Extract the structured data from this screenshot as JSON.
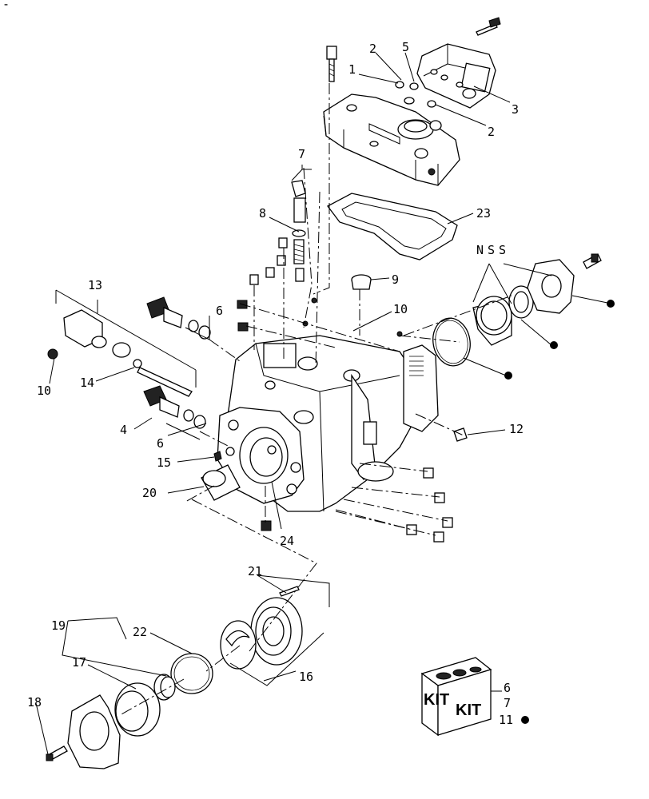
{
  "callouts": {
    "c1": "1",
    "c2a": "2",
    "c2b": "2",
    "c3": "3",
    "c4": "4",
    "c5": "5",
    "c6a": "6",
    "c6b": "6",
    "c6c": "6",
    "c7a": "7",
    "c7b": "7",
    "c8": "8",
    "c9": "9",
    "c10a": "10",
    "c10b": "10",
    "c11": "11",
    "c12": "12",
    "c13": "13",
    "c14": "14",
    "c15": "15",
    "c16": "16",
    "c17": "17",
    "c18": "18",
    "c19": "19",
    "c20": "20",
    "c21": "21",
    "c22": "22",
    "c23": "23",
    "c24": "24"
  },
  "nss_label": "NSS",
  "kit": {
    "label_front": "KIT",
    "label_side": "KIT"
  },
  "corner_mark": "-"
}
